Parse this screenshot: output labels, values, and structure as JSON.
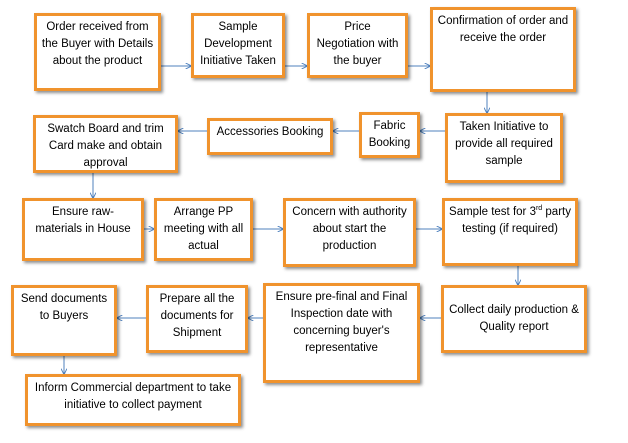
{
  "colors": {
    "box_border": "#f0932d",
    "arrow": "#4f81bd",
    "text": "#000000"
  },
  "steps": {
    "order_received": "Order received from the Buyer with Details about the product",
    "sample_development": "Sample Development Initiative Taken",
    "price_negotiation": "Price Negotiation with the buyer",
    "confirmation": "Confirmation of order and receive the order",
    "taken_initiative": "Taken Initiative to provide all required sample",
    "fabric_booking": "Fabric Booking",
    "accessories_booking": "Accessories Booking",
    "swatch_board": "Swatch Board and trim Card make and obtain approval",
    "ensure_raw_materials": "Ensure raw-materials in House",
    "arrange_pp_meeting": "Arrange PP meeting with all actual",
    "concern_authority": "Concern with authority about start the production",
    "sample_test_pre": "Sample test for 3",
    "sample_test_sup": "rd",
    "sample_test_post": " party testing (if required)",
    "collect_daily": "Collect daily production & Quality report",
    "ensure_inspection": "Ensure pre-final and Final Inspection date with concerning buyer's representative",
    "prepare_documents": "Prepare all the documents for Shipment",
    "send_documents": "Send documents to Buyers",
    "inform_commercial": "Inform Commercial department to take initiative to collect payment"
  }
}
